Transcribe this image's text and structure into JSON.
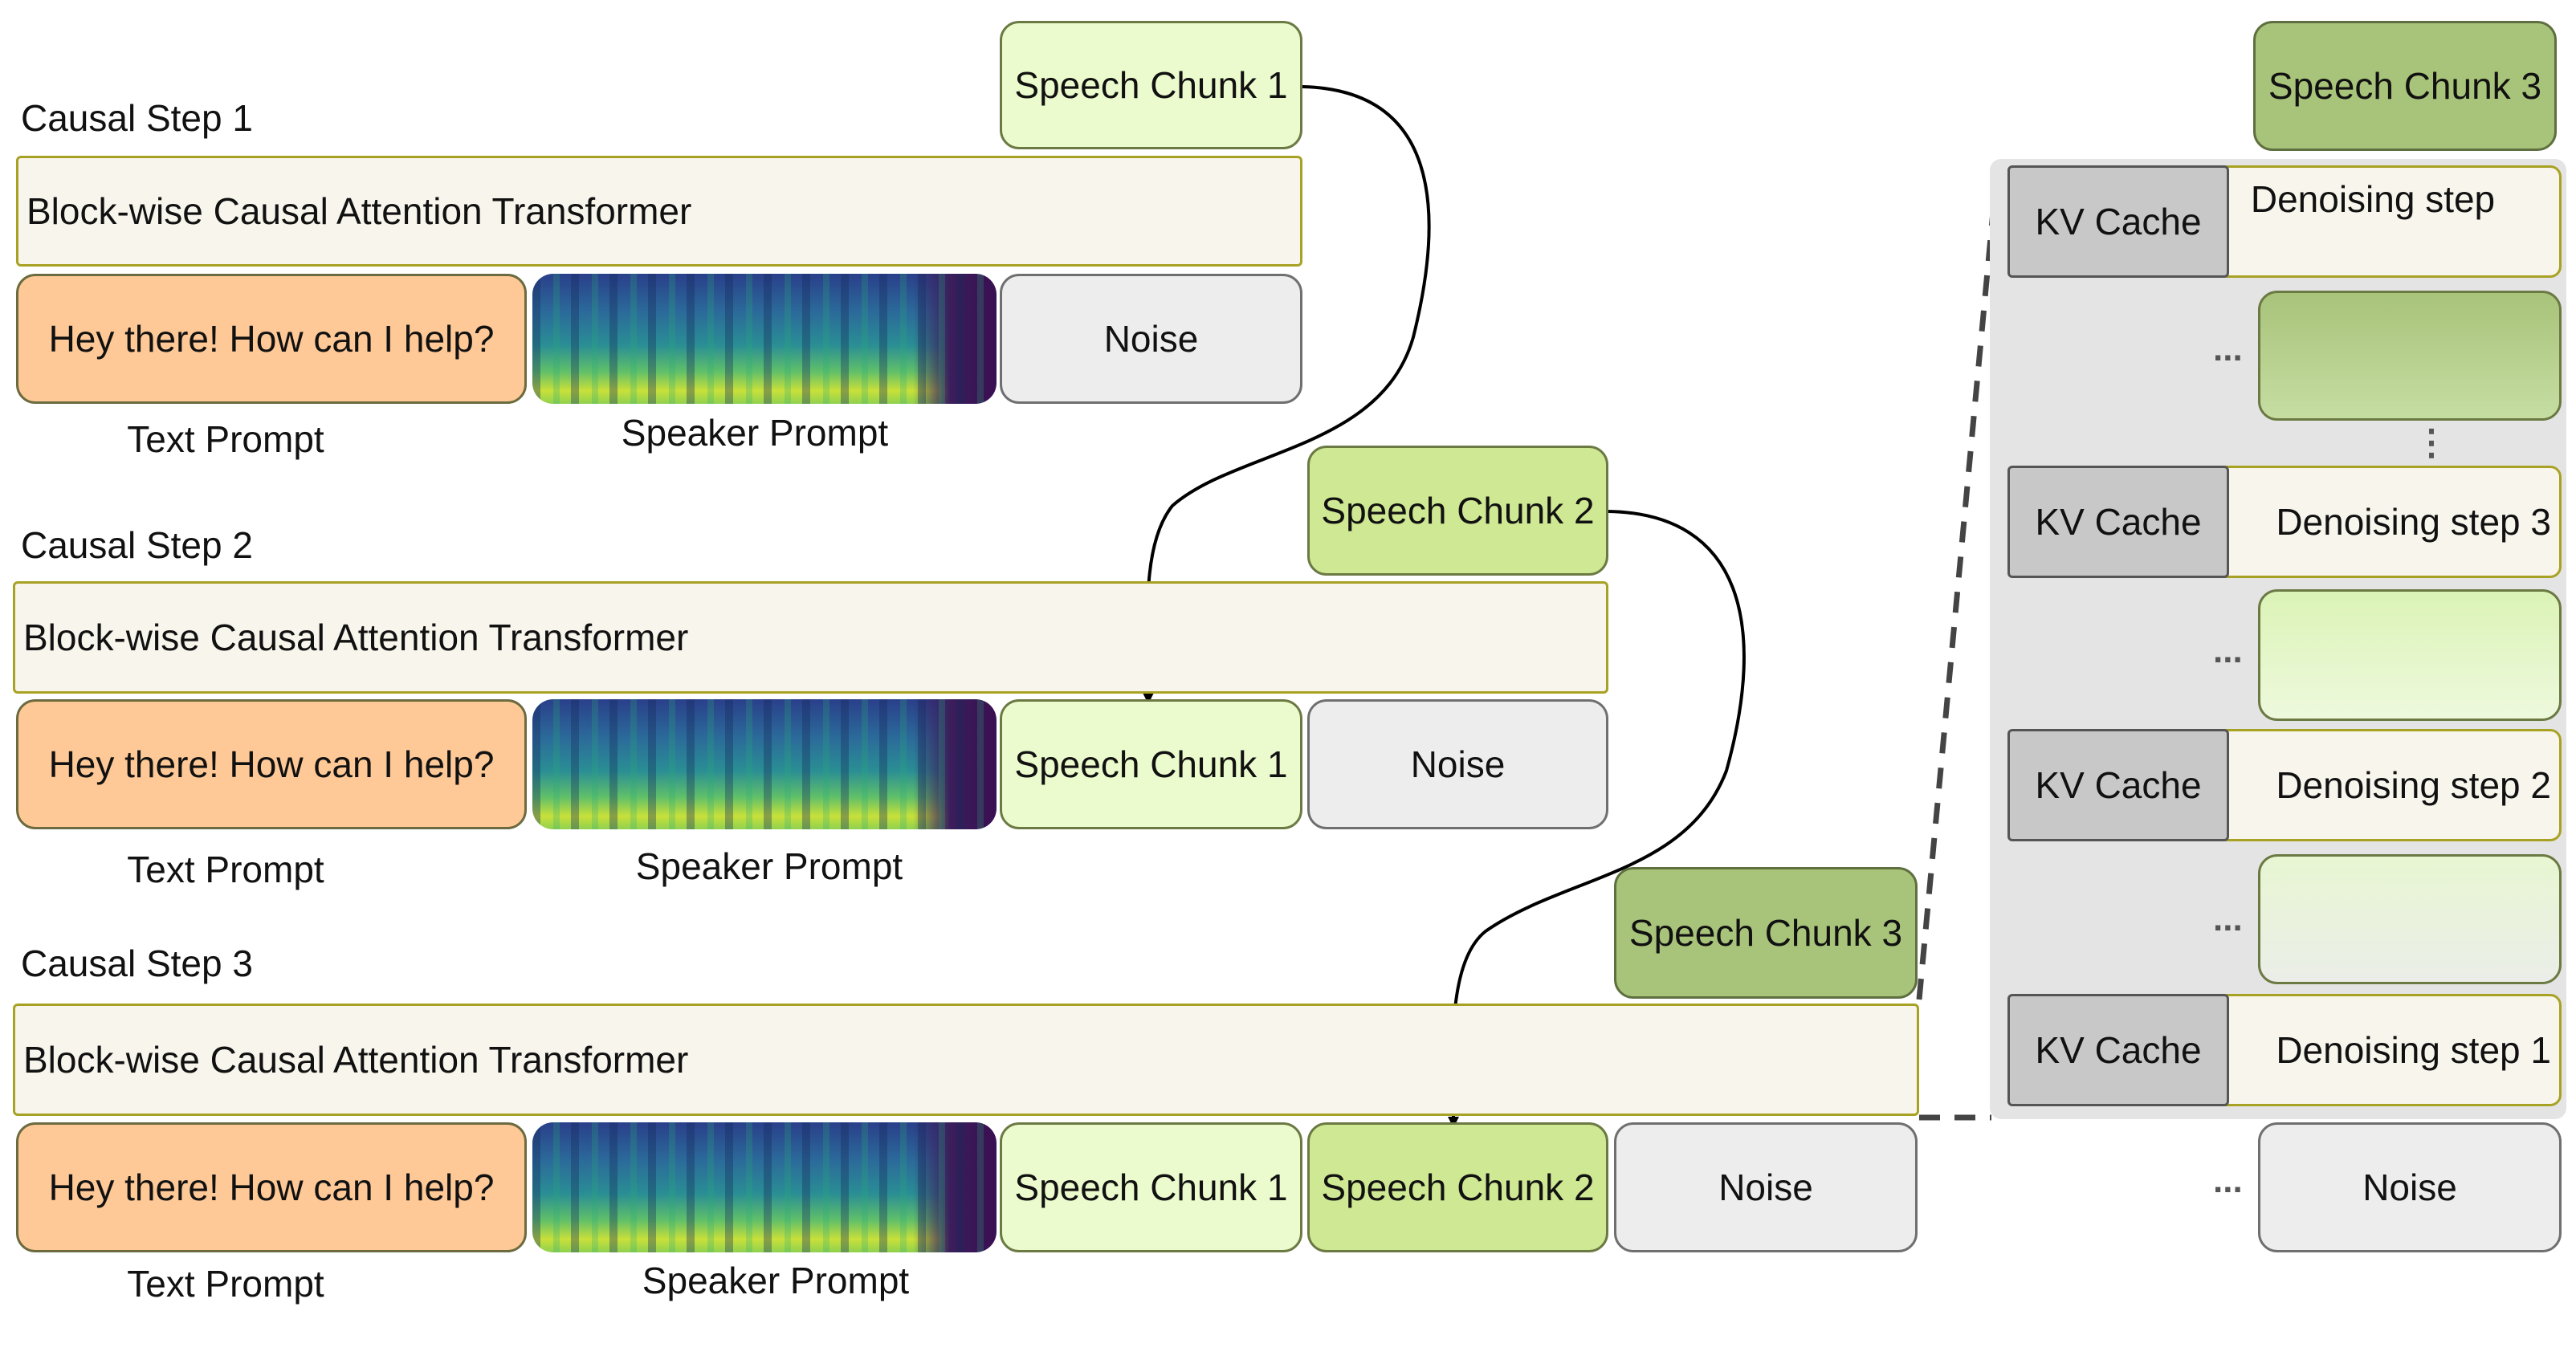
{
  "steps": [
    {
      "step_label": "Causal Step 1",
      "transformer_label": "Block-wise Causal Attention Transformer",
      "text_prompt": "Hey there! How can I help?",
      "text_prompt_caption": "Text Prompt",
      "speaker_prompt_caption": "Speaker Prompt",
      "inputs": [
        "Noise"
      ],
      "output": "Speech Chunk 1"
    },
    {
      "step_label": "Causal Step 2",
      "transformer_label": "Block-wise Causal Attention Transformer",
      "text_prompt": "Hey there! How can I help?",
      "text_prompt_caption": "Text Prompt",
      "speaker_prompt_caption": "Speaker Prompt",
      "inputs": [
        "Speech Chunk 1",
        "Noise"
      ],
      "output": "Speech Chunk 2"
    },
    {
      "step_label": "Causal Step 3",
      "transformer_label": "Block-wise Causal Attention Transformer",
      "text_prompt": "Hey there! How can I help?",
      "text_prompt_caption": "Text Prompt",
      "speaker_prompt_caption": "Speaker Prompt",
      "inputs": [
        "Speech Chunk 1",
        "Speech Chunk 2",
        "Noise"
      ],
      "output": "Speech Chunk 3"
    }
  ],
  "denoising": {
    "output": "Speech Chunk 3",
    "kv_cache_label": "KV Cache",
    "ellipsis": "...",
    "vertical_ellipsis": "⋮",
    "rows": [
      "Denoising step",
      "Denoising step 3",
      "Denoising step 2",
      "Denoising step 1"
    ],
    "input": "Noise"
  },
  "colors": {
    "text_prompt": "#fec997",
    "speech_chunk_1": "#ecfbcd",
    "speech_chunk_2": "#cfe893",
    "speech_chunk_3": "#a8c37a",
    "noise": "#ededed",
    "transformer": "#f8f5ec",
    "transformer_border": "#a8a224",
    "kv_cache": "#c8c8c8",
    "panel": "#e4e4e4"
  }
}
